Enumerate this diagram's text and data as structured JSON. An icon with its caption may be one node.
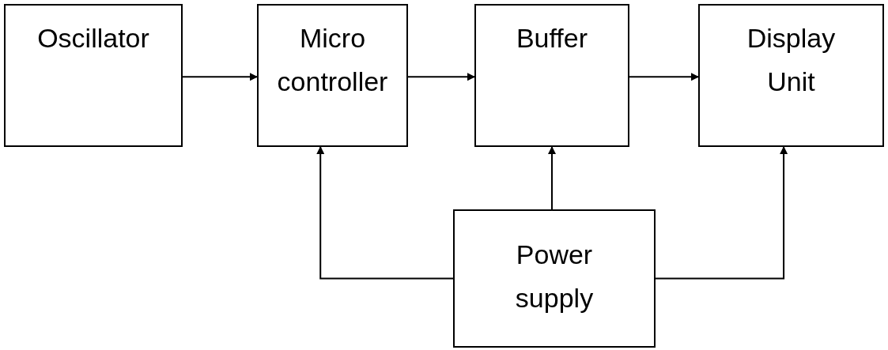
{
  "diagram": {
    "nodes": [
      {
        "text": [
          "Oscillator"
        ]
      },
      {
        "text": [
          "Micro controller"
        ]
      },
      {
        "text": [
          "Buffer"
        ]
      },
      {
        "text": [
          "Display Unit"
        ]
      },
      {
        "text": [
          "Power supply"
        ]
      }
    ],
    "edges": [
      {
        "from": 0,
        "to": 1,
        "arrow": "to"
      },
      {
        "from": 1,
        "to": 2,
        "arrow": "to"
      },
      {
        "from": 2,
        "to": 3,
        "arrow": "to"
      },
      {
        "from": 4,
        "to": 1,
        "arrow": "to"
      },
      {
        "from": 4,
        "to": 2,
        "arrow": "to"
      },
      {
        "from": 4,
        "to": 3,
        "arrow": "to"
      }
    ]
  }
}
